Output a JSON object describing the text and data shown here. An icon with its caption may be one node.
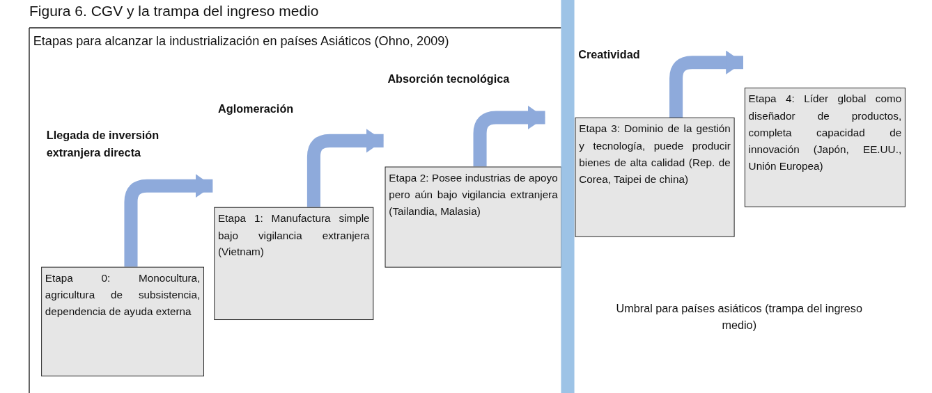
{
  "diagram": {
    "title": "Figura 6. CGV y la trampa del ingreso medio",
    "nodes": [
      {
        "text": [
          "Etapa 0: Monocultura, agricultura de subsistencia, dependencia de ayuda externa"
        ]
      },
      {
        "text": [
          "Etapa 1: Manufactura simple bajo vigilancia extranjera (Vietnam)"
        ]
      },
      {
        "text": [
          "Etapa 2: Posee industrias de apoyo pero aún bajo vigilancia extranjera (Tailandia, Malasia)"
        ]
      },
      {
        "text": [
          "Etapa 3: Dominio de la gestión y tecnología, puede producir bienes de alta calidad (Rep. de Corea, Taipei de china)"
        ]
      },
      {
        "text": [
          "Etapa 4: Líder global como diseñador de productos, completa capacidad de innovación (Japón, EE.UU., Unión Europea)"
        ]
      },
      {
        "text": [],
        "shape": "bar"
      }
    ],
    "edges": [
      {
        "from": 0,
        "to": 1,
        "arrow": "to"
      },
      {
        "from": 1,
        "to": 2,
        "arrow": "to"
      },
      {
        "from": 2,
        "to": 3,
        "arrow": "to"
      },
      {
        "from": 3,
        "to": 4,
        "arrow": "to"
      }
    ],
    "labels": [
      "Etapas para alcanzar la industrialización en países Asiáticos (Ohno, 2009)",
      "Llegada de inversión extranjera directa",
      "Aglomeración",
      "Absorción tecnológica",
      "Creatividad",
      "Umbral para países asiáticos (trampa del ingreso medio)"
    ]
  }
}
